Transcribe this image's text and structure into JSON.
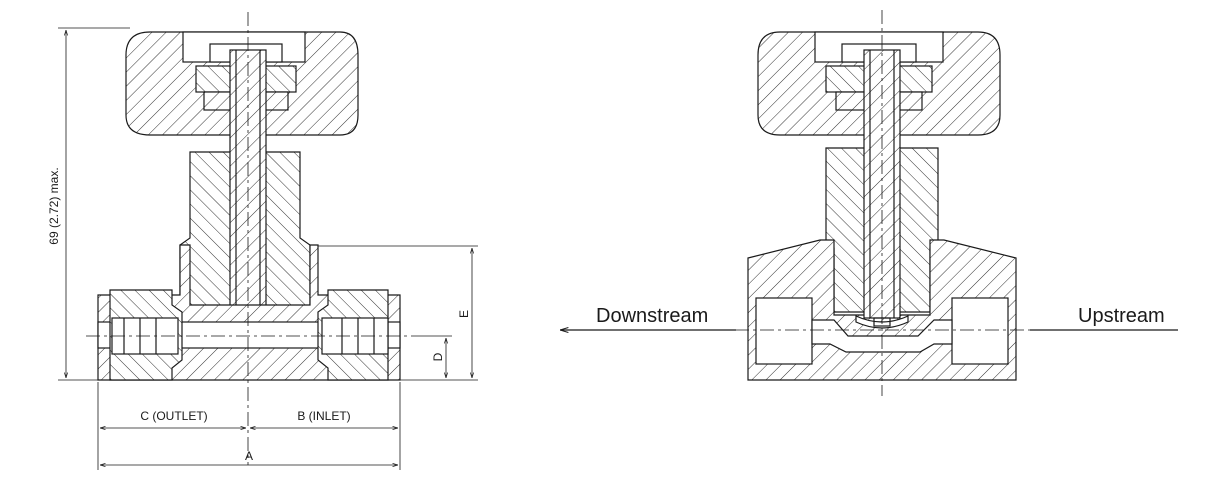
{
  "left_view": {
    "height_dimension": "69 (2.72) max.",
    "dim_e": "E",
    "dim_d": "D",
    "dim_c": "C (OUTLET)",
    "dim_b": "B (INLET)",
    "dim_a": "A"
  },
  "right_view": {
    "downstream_label": "Downstream",
    "upstream_label": "Upstream"
  }
}
